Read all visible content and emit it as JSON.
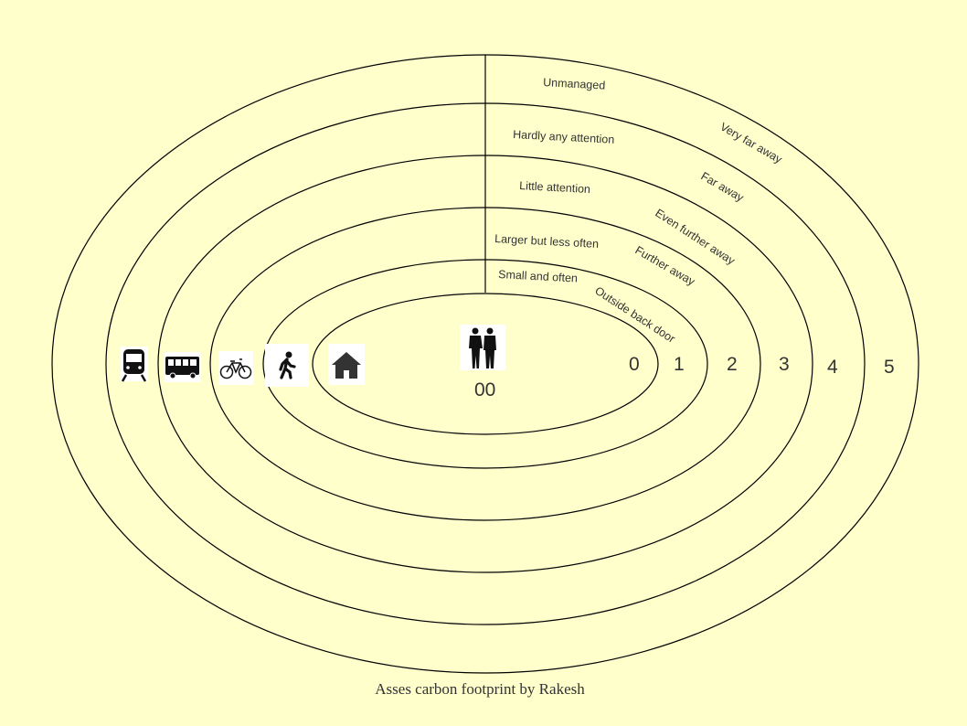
{
  "caption": "Asses carbon footprint by Rakesh",
  "center_label": "00",
  "ring_numbers": [
    "0",
    "1",
    "2",
    "3",
    "4",
    "5"
  ],
  "frequency_labels": [
    "Small and often",
    "Larger but less often",
    "Little attention",
    "Hardly any attention",
    "Unmanaged"
  ],
  "distance_labels": [
    "Outside back door",
    "Further away",
    "Even further away",
    "Far away",
    "Very far away"
  ],
  "icons": [
    "people-icon",
    "house-icon",
    "walking-icon",
    "bicycle-icon",
    "bus-icon",
    "train-icon"
  ]
}
